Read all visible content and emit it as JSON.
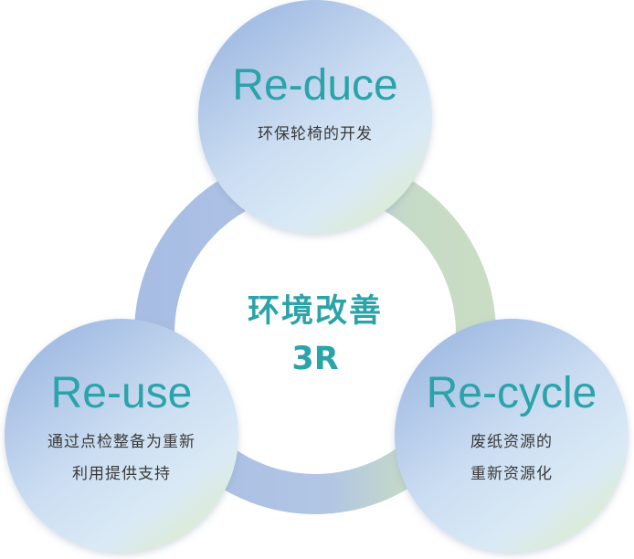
{
  "center": {
    "line1": "环境改善",
    "line2": "3R"
  },
  "nodes": [
    {
      "id": "reduce",
      "title": "Re-duce",
      "desc": [
        "环保轮椅的开发"
      ]
    },
    {
      "id": "reuse",
      "title": "Re-use",
      "desc": [
        "通过点检整备为重新",
        "利用提供支持"
      ]
    },
    {
      "id": "recycle",
      "title": "Re-cycle",
      "desc": [
        "废纸资源的",
        "重新资源化"
      ]
    }
  ],
  "colors": {
    "title_teal": "#2aa3a9",
    "text_dark": "#3a3a3a",
    "ring_blue": "#a9bfe2",
    "ring_green": "#c9dcc4"
  }
}
